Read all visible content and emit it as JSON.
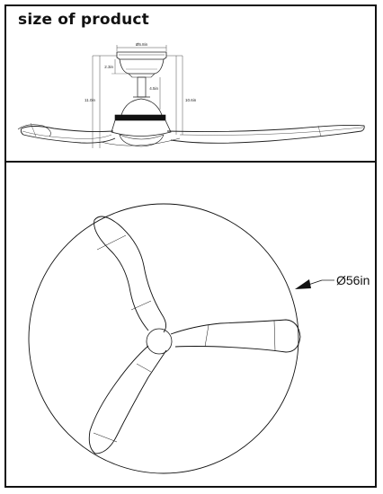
{
  "title": "size of product",
  "side_view": {
    "dims": {
      "top_width": "Ø5.8in",
      "canopy_height": "2.3in",
      "downrod": "4.5in",
      "total_left": "11.0in",
      "total_right": "10.6in"
    }
  },
  "top_view": {
    "diameter_label": "Ø56in"
  },
  "colors": {
    "line": "#111111",
    "frame": "#111111",
    "background": "#ffffff"
  }
}
